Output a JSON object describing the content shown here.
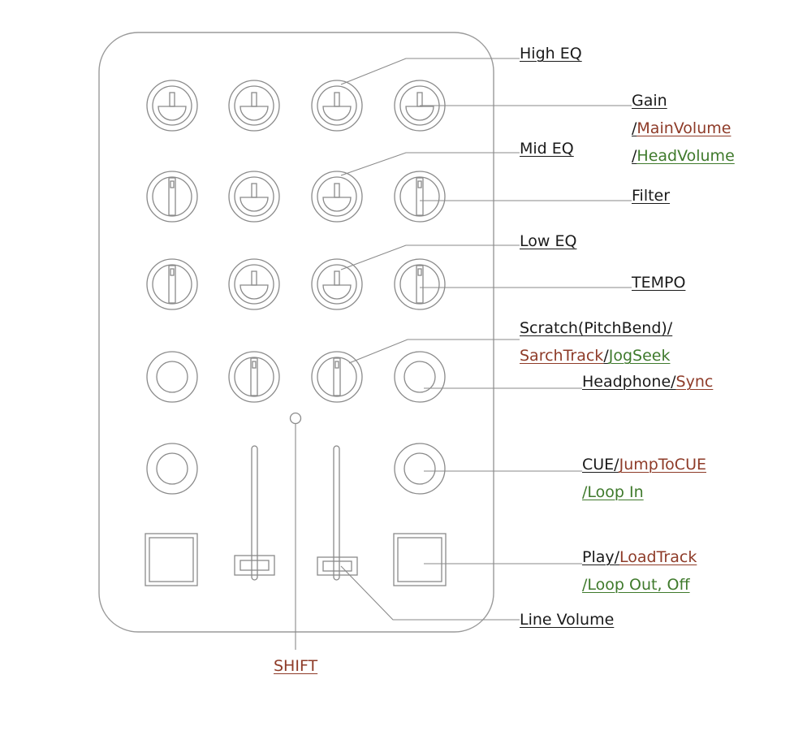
{
  "colors": {
    "outline": "#9a9a9a",
    "leader": "#8a8a8a",
    "text": "#1a1a1a",
    "shift_function": "#8e3b28",
    "alt_function": "#3f7a2c"
  },
  "labels": {
    "high_eq": "High EQ",
    "gain": "Gain",
    "main_volume_slash": "/",
    "main_volume": "MainVolume",
    "head_volume_slash": "/",
    "head_volume": "HeadVolume",
    "mid_eq": "Mid EQ",
    "filter": "Filter",
    "low_eq": "Low EQ",
    "tempo": "TEMPO",
    "scratch": "Scratch(PitchBend)/",
    "search_track": "SarchTrack",
    "search_slash": "/",
    "jog_seek": "JogSeek",
    "headphone": "Headphone/",
    "sync": "Sync",
    "cue": "CUE/",
    "jump_to_cue": "JumpToCUE",
    "loop_in": "/Loop In",
    "play": "Play/",
    "load_track": "LoadTrack",
    "loop_out": "/Loop Out, Off",
    "line_volume": "Line Volume",
    "shift": "SHIFT"
  }
}
